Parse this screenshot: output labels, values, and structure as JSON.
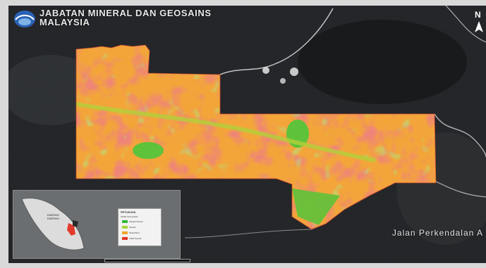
{
  "header": {
    "title_line1": "JABATAN MINERAL DAN GEOSAINS",
    "title_line2": "MALAYSIA"
  },
  "north": "N",
  "road_label": "Jalan Perkendalan A",
  "inset": {
    "label_line1": "DAERAH",
    "label_line2": "DAERAH",
    "legend_title": "PETUNJUK",
    "legend_subtitle": "Tahap Kesesuaian",
    "legend_items": [
      {
        "label": "Sangat Sesuai",
        "color": "#35b83a"
      },
      {
        "label": "Sesuai",
        "color": "#a6d63a"
      },
      {
        "label": "Sederhana",
        "color": "#f2a62b"
      },
      {
        "label": "Tidak Sesuai",
        "color": "#e2352a"
      }
    ]
  },
  "colors": {
    "green": "#5ec23a",
    "yellow_green": "#b3cf3a",
    "orange": "#f3a53a",
    "red": "#dc3a31"
  }
}
